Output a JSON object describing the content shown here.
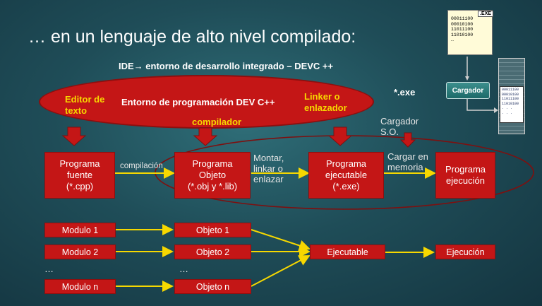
{
  "title": "… en un lenguaje de alto nivel compilado:",
  "subtitle": "IDE→ entorno de desarrollo integrado – DEVC ++",
  "ide": {
    "editor": [
      "Editor de",
      "texto"
    ],
    "environment": "Entorno de programación DEV C++",
    "linker": [
      "Linker o",
      "enlazador"
    ],
    "compiler": "compilador",
    "exe_tag": "*.exe"
  },
  "loader_label": [
    "Cargador",
    "S.O."
  ],
  "boxes": {
    "source": [
      "Programa",
      "fuente",
      "(*.cpp)"
    ],
    "object": [
      "Programa",
      "Objeto",
      "(*.obj y *.lib)"
    ],
    "executable": [
      "Programa",
      "ejecutable",
      "(*.exe)"
    ],
    "execution": [
      "Programa",
      "ejecución"
    ]
  },
  "edge_labels": {
    "compile": "compilación",
    "link": [
      "Montar,",
      "linkar o",
      "enlazar"
    ],
    "load": [
      "Cargar en",
      "memoria"
    ]
  },
  "modules": [
    "Modulo 1",
    "Modulo 2",
    "Modulo n"
  ],
  "objects": [
    "Objeto 1",
    "Objeto 2",
    "Objeto n"
  ],
  "ellipsis": "…",
  "ejecutable": "Ejecutable",
  "ejecucion": "Ejecución",
  "illustration": {
    "file_tag": ".EXE",
    "file_bits": [
      "00011100",
      "00010100",
      "11011100",
      "11010100",
      "…"
    ],
    "loader": "Cargador",
    "mem_bits": [
      "00011100",
      "00010100",
      "11011100",
      "11010100",
      ". . .",
      ". . ."
    ]
  }
}
